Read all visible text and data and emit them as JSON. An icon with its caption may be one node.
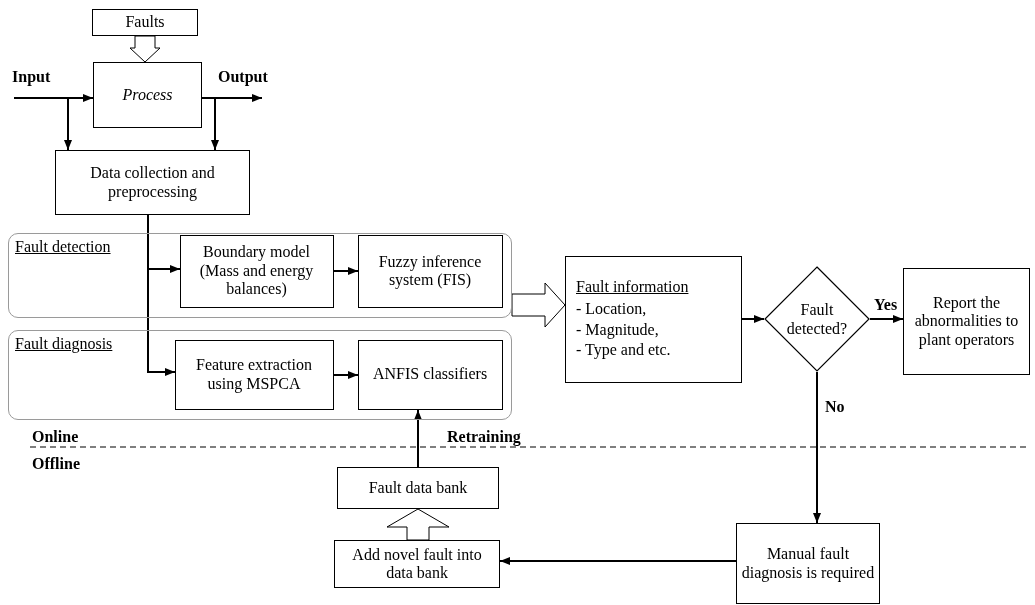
{
  "diagram": {
    "nodes": [
      {
        "text": [
          "Faults"
        ]
      },
      {
        "text": [
          "Process"
        ]
      },
      {
        "text": [
          "Input"
        ]
      },
      {
        "text": [
          "Output"
        ]
      },
      {
        "text": [
          "Data collection and preprocessing"
        ]
      },
      {
        "text": [
          "Fault detection"
        ]
      },
      {
        "text": [
          "Boundary model (Mass and energy balances)"
        ],
        "in": 5
      },
      {
        "text": [
          "Fuzzy inference system (FIS)"
        ],
        "in": 5
      },
      {
        "text": [
          "Fault diagnosis"
        ]
      },
      {
        "text": [
          "Feature extraction using MSPCA"
        ],
        "in": 8
      },
      {
        "text": [
          "ANFIS classifiers"
        ],
        "in": 8
      },
      {
        "text": [
          "Fault information",
          "- Location,",
          "- Magnitude,",
          "- Type and etc."
        ]
      },
      {
        "text": [
          "Fault detected?"
        ]
      },
      {
        "text": [
          "Report the abnormalities to plant operators"
        ]
      },
      {
        "text": [
          "Manual fault diagnosis is required"
        ]
      },
      {
        "text": [
          "Fault data bank"
        ]
      },
      {
        "text": [
          "Add novel fault into data bank"
        ]
      }
    ],
    "edges": [
      {
        "from": 0,
        "to": 1,
        "arrow": "to",
        "style": "thick"
      },
      {
        "from": 2,
        "to": 1,
        "arrow": "to"
      },
      {
        "from": 2,
        "to": 4,
        "arrow": "to"
      },
      {
        "from": 1,
        "to": 3,
        "arrow": "to"
      },
      {
        "from": 1,
        "to": 4,
        "arrow": "to"
      },
      {
        "from": 4,
        "to": 6,
        "arrow": "to"
      },
      {
        "from": 4,
        "to": 9,
        "arrow": "to"
      },
      {
        "from": 6,
        "to": 7,
        "arrow": "to"
      },
      {
        "from": 9,
        "to": 10,
        "arrow": "to"
      },
      {
        "from": 5,
        "to": 11,
        "arrow": "to",
        "style": "thick"
      },
      {
        "from": 11,
        "to": 12,
        "arrow": "to"
      },
      {
        "from": 12,
        "to": 13,
        "arrow": "to",
        "label": "Yes"
      },
      {
        "from": 12,
        "to": 14,
        "arrow": "to",
        "label": "No"
      },
      {
        "from": 14,
        "to": 16,
        "arrow": "to"
      },
      {
        "from": 16,
        "to": 15,
        "arrow": "to",
        "style": "thick"
      },
      {
        "from": 15,
        "to": 10,
        "arrow": "to",
        "label": "Retraining"
      }
    ],
    "labels": [
      "Online",
      "Offline"
    ]
  }
}
